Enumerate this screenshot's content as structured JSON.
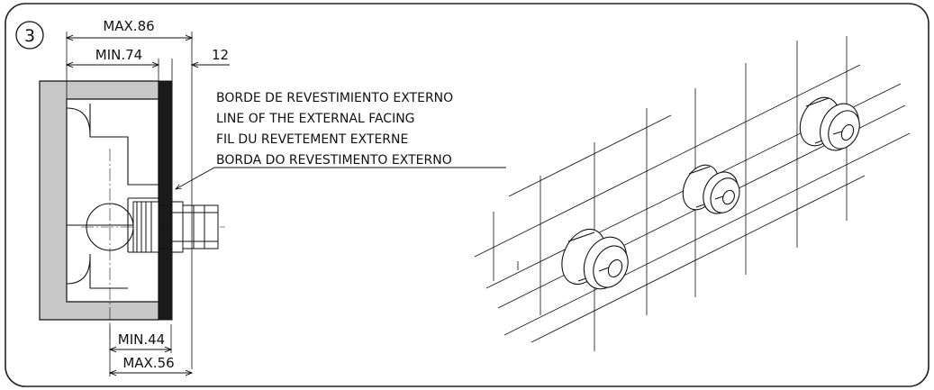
{
  "step_number": "3",
  "dimensions": {
    "max_86": "MAX.86",
    "min_74": "MIN.74",
    "twelve": "12",
    "min_44": "MIN.44",
    "max_56": "MAX.56"
  },
  "labels": {
    "es": "BORDE DE REVESTIMIENTO EXTERNO",
    "en": "LINE OF THE EXTERNAL FACING",
    "fr": "FIL DU REVETEMENT EXTERNE",
    "pt": "BORDA DO REVESTIMENTO EXTERNO"
  },
  "colors": {
    "wall_gray": "#c8c8c8",
    "facing_black": "#1a1a1a",
    "line": "#111111"
  }
}
